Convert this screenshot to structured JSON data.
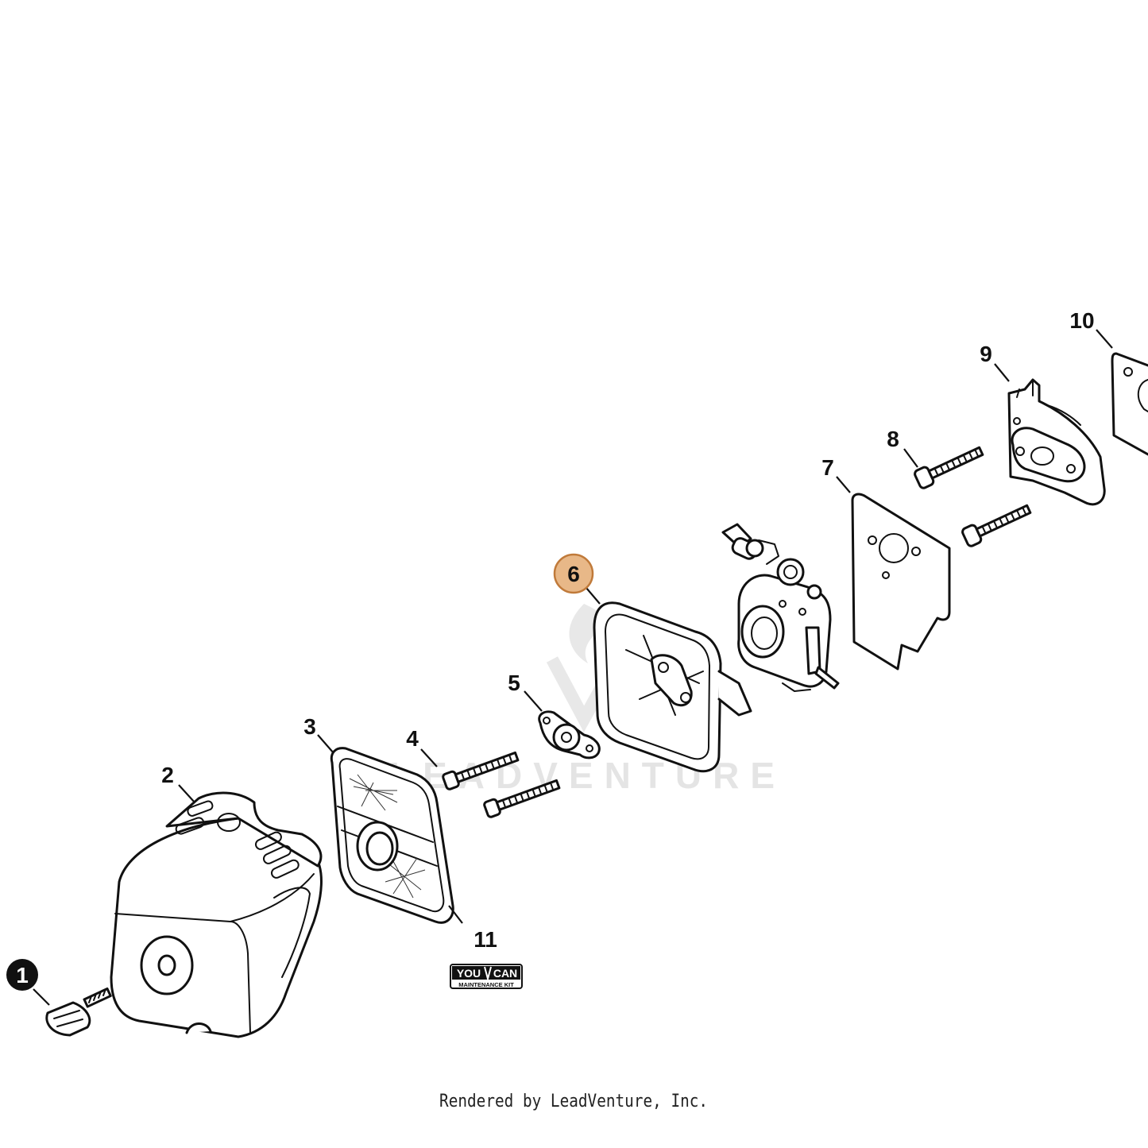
{
  "callouts": [
    {
      "id": "1",
      "style": "filled-black"
    },
    {
      "id": "2",
      "style": "plain"
    },
    {
      "id": "3",
      "style": "plain"
    },
    {
      "id": "4",
      "style": "plain"
    },
    {
      "id": "5",
      "style": "plain"
    },
    {
      "id": "6",
      "style": "highlighted"
    },
    {
      "id": "7",
      "style": "plain"
    },
    {
      "id": "8",
      "style": "plain"
    },
    {
      "id": "9",
      "style": "plain"
    },
    {
      "id": "10",
      "style": "plain"
    },
    {
      "id": "11",
      "style": "plain"
    }
  ],
  "badge": {
    "top": "YOU",
    "top_right": "CAN",
    "bottom": "MAINTENANCE KIT"
  },
  "watermark": "LEADVENTURE",
  "footer": "Rendered by LeadVenture, Inc.",
  "colors": {
    "highlight_fill": "#E8B888",
    "highlight_stroke": "#C07A3A",
    "line": "#111111"
  }
}
